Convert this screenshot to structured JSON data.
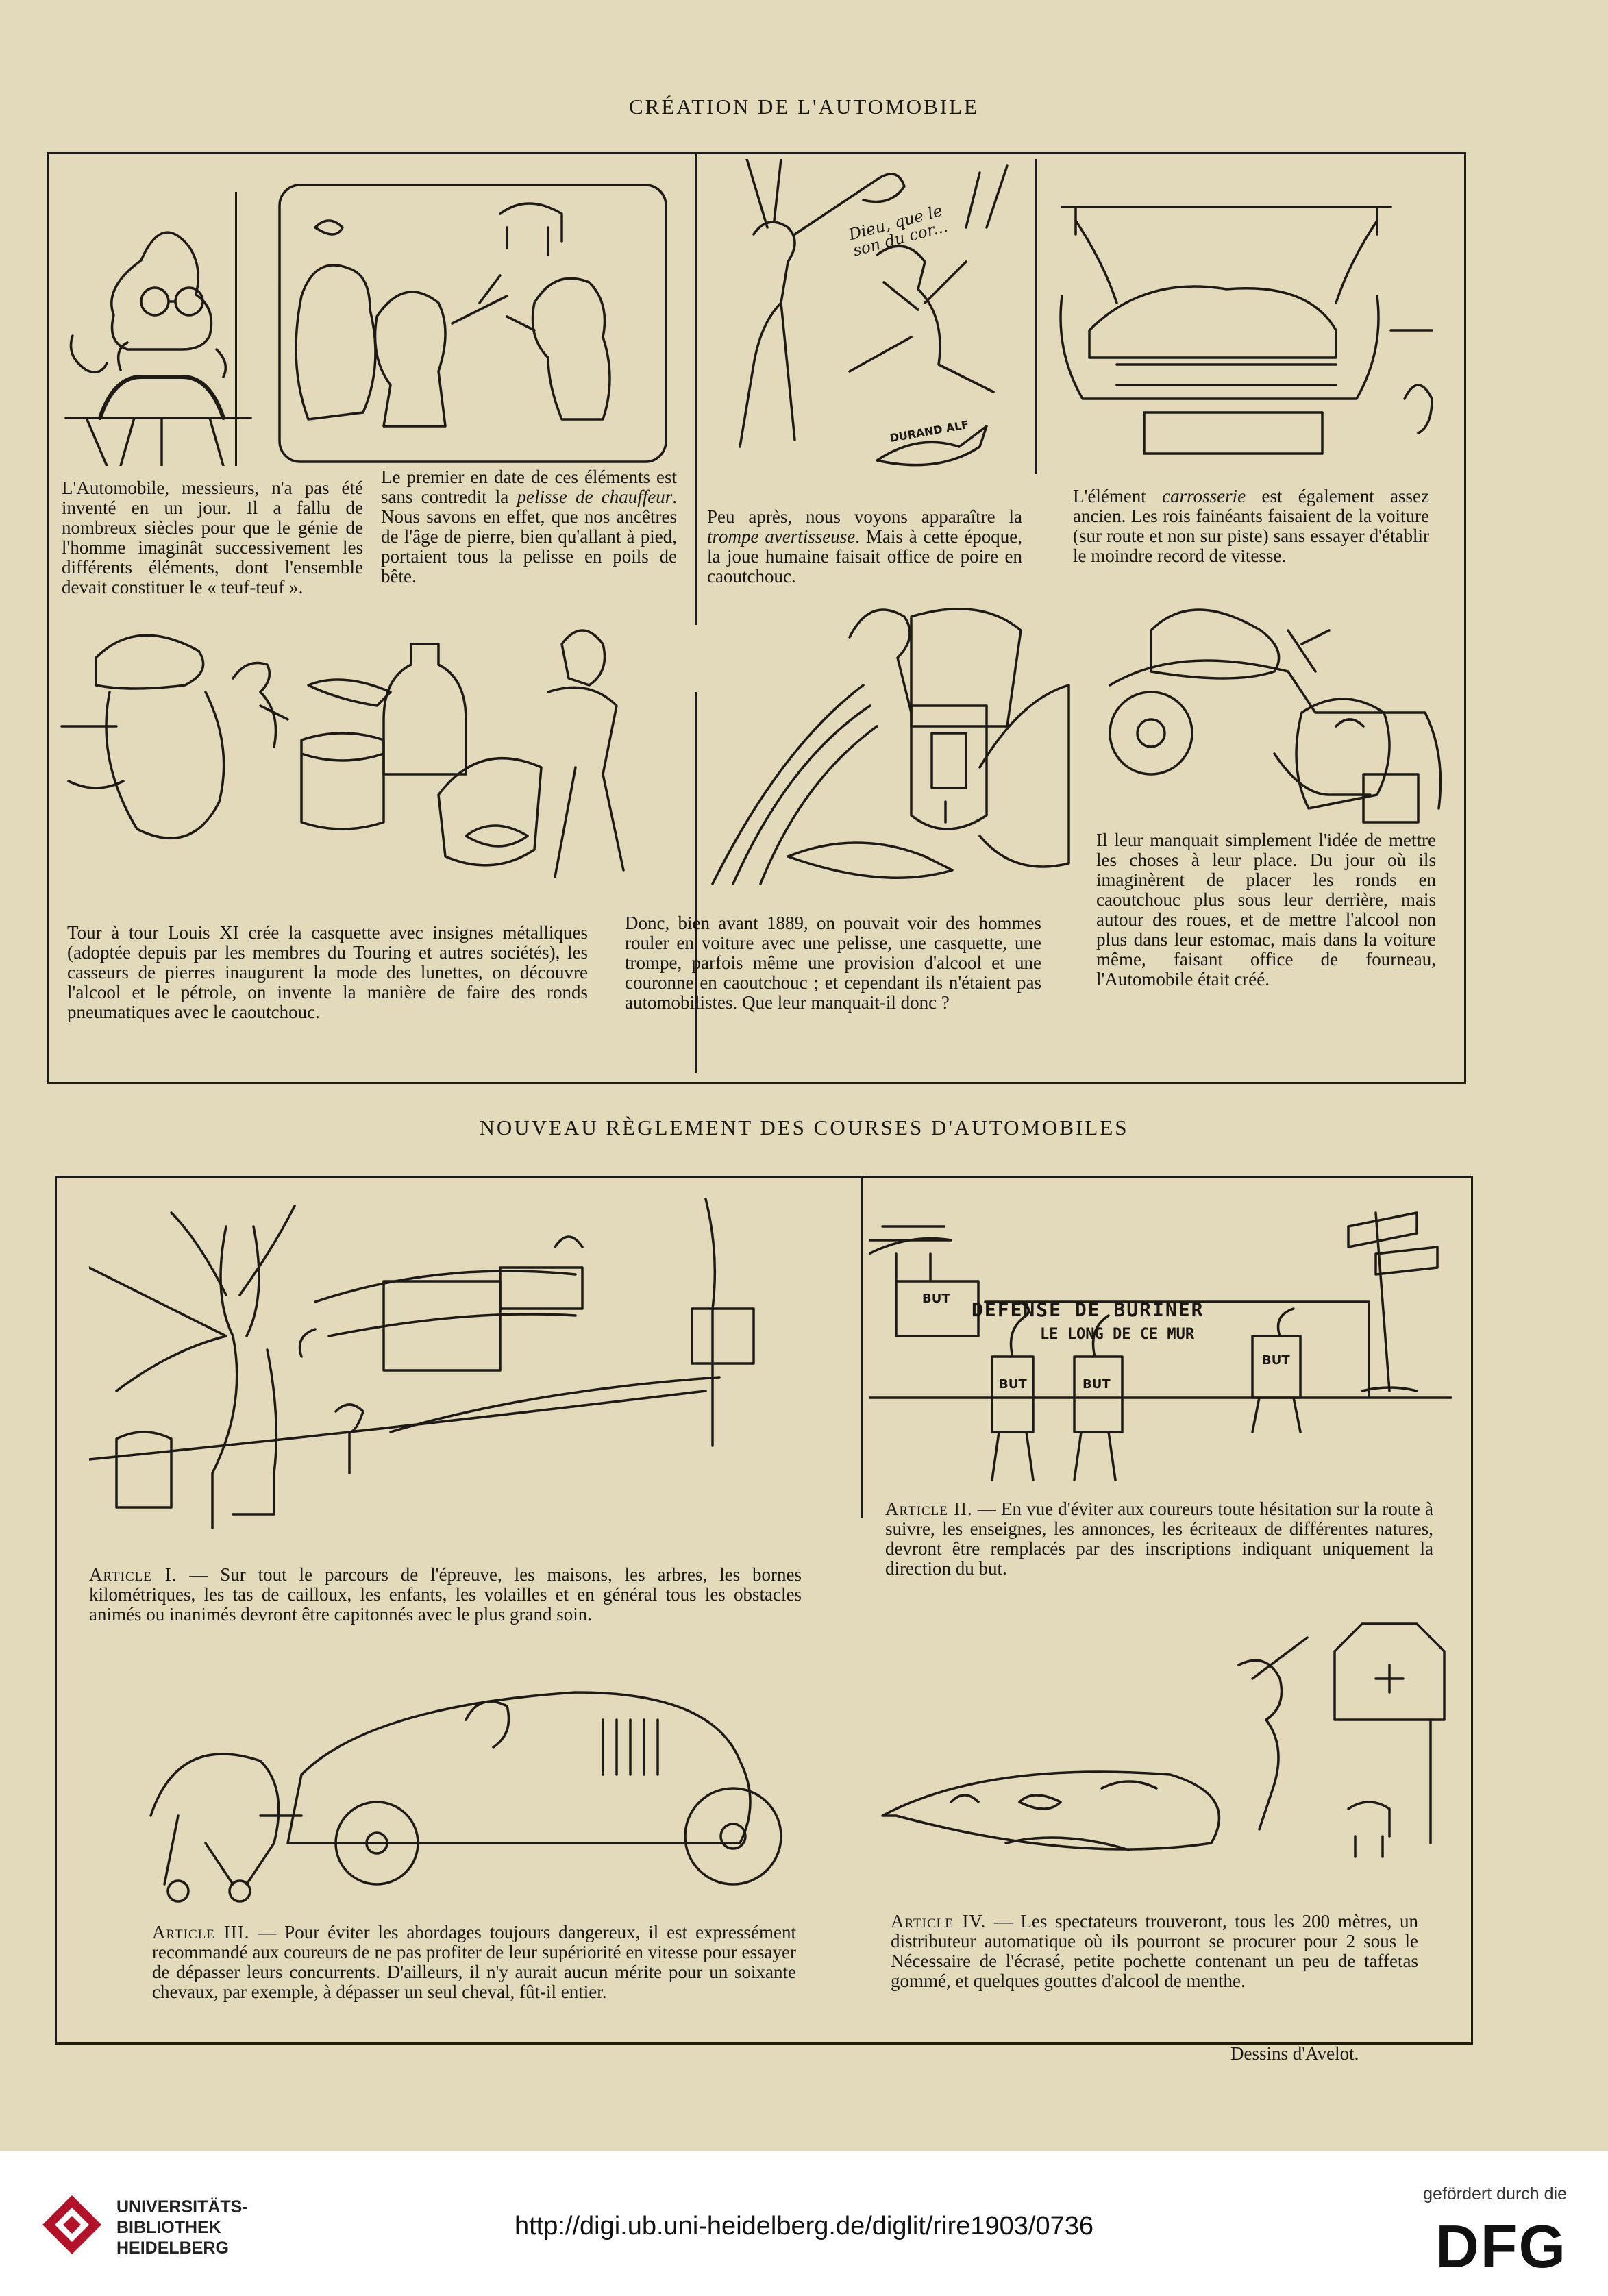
{
  "page": {
    "title_top": "CRÉATION DE L'AUTOMOBILE",
    "title_bottom": "NOUVEAU RÈGLEMENT DES COURSES D'AUTOMOBILES",
    "credit": "Dessins d'Avelot."
  },
  "creation": {
    "p1": "L'Automobile, messieurs, n'a pas été inventé en un jour. Il a fallu de nombreux siècles pour que le génie de l'homme imaginât successivement les différents éléments, dont l'ensemble devait constituer le « teuf-teuf ».",
    "p2_a": "Le premier en date de ces éléments est sans contredit la ",
    "p2_em": "pelisse de chauffeur",
    "p2_b": ". Nous savons en effet, que nos ancêtres de l'âge de pierre, bien qu'allant à pied, portaient tous la pelisse en poils de bête.",
    "p3_a": "Peu après, nous voyons apparaître la ",
    "p3_em": "trompe avertisseuse",
    "p3_b": ". Mais à cette époque, la joue humaine faisait office de poire en caoutchouc.",
    "p4_a": "L'élément ",
    "p4_em": "carrosserie",
    "p4_b": " est également assez ancien. Les rois fainéants faisaient de la voiture (sur route et non sur piste) sans essayer d'établir le moindre record de vitesse.",
    "p5": "Tour à tour Louis XI crée la casquette avec insignes métalliques (adoptée depuis par les membres du Touring et autres sociétés), les casseurs de pierres inaugurent la mode des lunettes, on découvre l'alcool et le pétrole, on invente la manière de faire des ronds pneumatiques avec le caoutchouc.",
    "p6": "Donc, bien avant 1889, on pouvait voir des hommes rouler en voiture avec une pelisse, une casquette, une trompe, parfois même une provision d'alcool et une couronne en caoutchouc ; et cependant ils n'étaient pas automobilistes. Que leur manquait-il donc ?",
    "p7": "Il leur manquait simplement l'idée de mettre les choses à leur place. Du jour où ils imaginèrent de placer les ronds en caoutchouc plus sous leur derrière, mais autour des roues, et de mettre l'alcool non plus dans leur estomac, mais dans la voiture même, faisant office de fourneau, l'Automobile était créé.",
    "bubble": "Dieu, que le son du cor...",
    "sign": "DURAND ALF"
  },
  "reglement": {
    "a1_label": "Article I.",
    "a1_text": " — Sur tout le parcours de l'épreuve, les maisons, les arbres, les bornes kilométriques, les tas de cailloux, les enfants, les volailles et en général tous les obstacles animés ou inanimés devront être capitonnés avec le plus grand soin.",
    "a2_label": "Article II.",
    "a2_text": " — En vue d'éviter aux coureurs toute hésitation sur la route à suivre, les enseignes, les annonces, les écriteaux de différentes natures, devront être remplacés par des inscriptions indiquant uniquement la direction du but.",
    "a3_label": "Article III.",
    "a3_text": " — Pour éviter les abordages toujours dangereux, il est expressément recommandé aux coureurs de ne pas profiter de leur supériorité en vitesse pour essayer de dépasser leurs concurrents. D'ailleurs, il n'y aurait aucun mérite pour un soixante chevaux, par exemple, à dépasser un seul cheval, fût-il entier.",
    "a4_label": "Article IV.",
    "a4_text": " — Les spectateurs trouveront, tous les 200 mètres, un distributeur automatique où ils pourront se procurer pour 2 sous le Nécessaire de l'écrasé, petite pochette contenant un peu de taffetas gommé, et quelques gouttes d'alcool de menthe.",
    "wall_sign_1": "DEFENSE DE BURINER",
    "wall_sign_2": "LE LONG DE CE MUR",
    "but": "BUT"
  },
  "footer": {
    "library_line1": "UNIVERSITÄTS-",
    "library_line2": "BIBLIOTHEK",
    "library_line3": "HEIDELBERG",
    "url": "http://digi.ub.uni-heidelberg.de/diglit/rire1903/0736",
    "funded_by": "gefördert durch die",
    "dfg": "DFG"
  }
}
